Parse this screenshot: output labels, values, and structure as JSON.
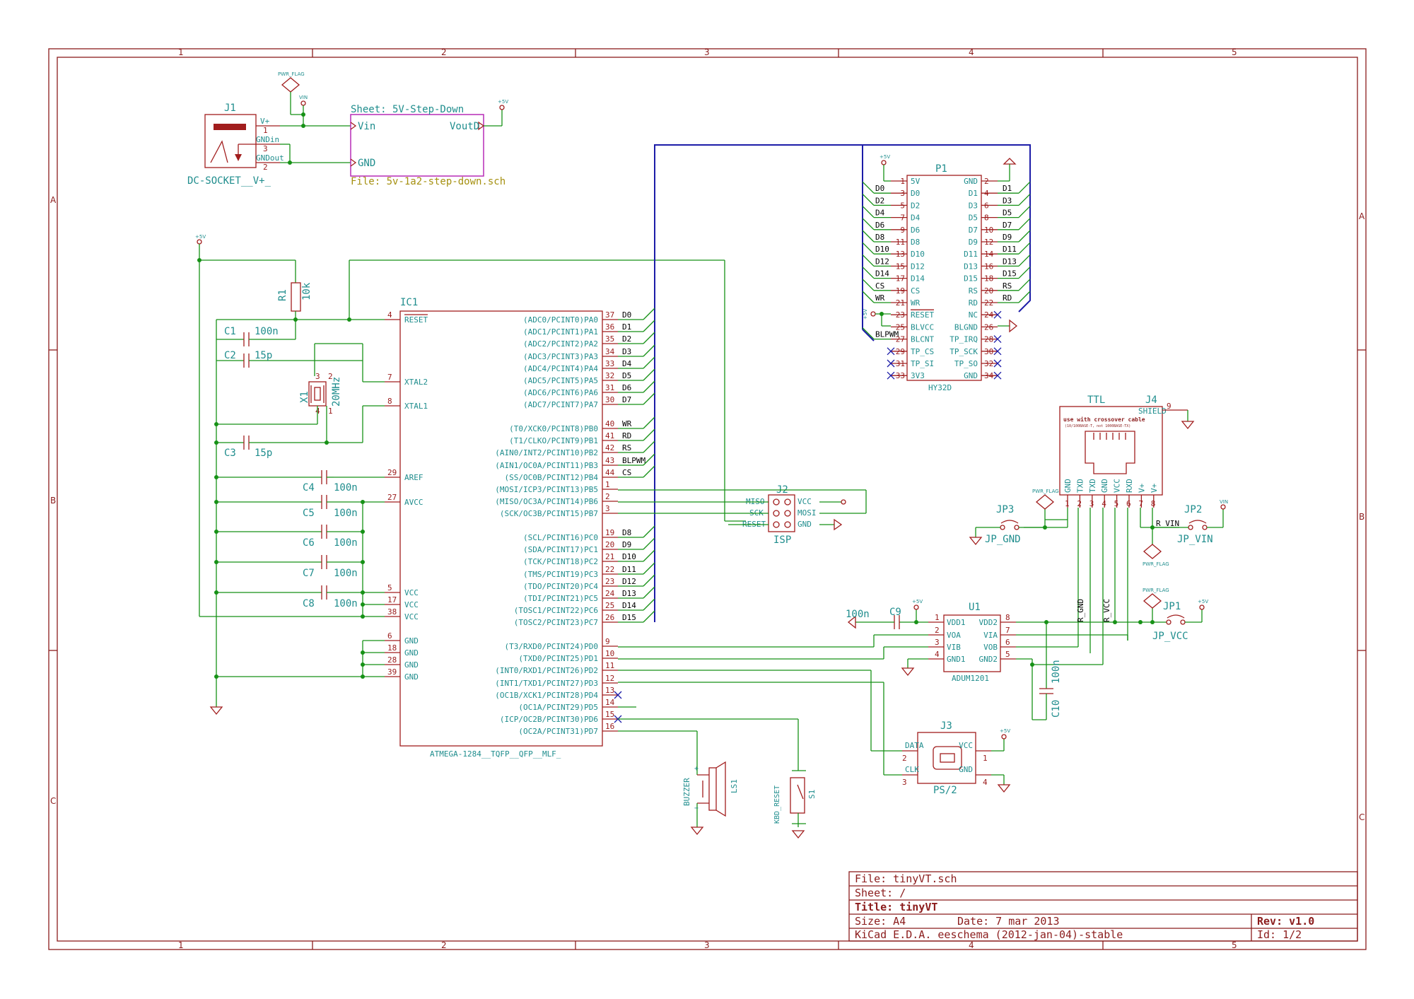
{
  "frame": {
    "cols": [
      "1",
      "2",
      "3",
      "4",
      "5"
    ],
    "rows": [
      "A",
      "B",
      "C"
    ]
  },
  "title_block": {
    "file": "File: tinyVT.sch",
    "sheet": "Sheet: /",
    "title": "Title: tinyVT",
    "size": "Size: A4",
    "date": "Date: 7 mar 2013",
    "rev": "Rev: v1.0",
    "app": "KiCad E.D.A.  eeschema (2012-jan-04)-stable",
    "id": "Id: 1/2"
  },
  "subsheet": {
    "name": "Sheet: 5V-Step-Down",
    "file": "File: 5v-1a2-step-down.sch",
    "pins": [
      "Vin",
      "VoutD",
      "GND"
    ]
  },
  "power": {
    "pwr_flag": "PWR_FLAG",
    "vin": "VIN",
    "plus5v": "+5V"
  },
  "j1": {
    "ref": "J1",
    "value": "DC-SOCKET__V+_",
    "pins": [
      "V+",
      "GNDin",
      "GNDout"
    ],
    "nums": [
      "1",
      "3",
      "2"
    ]
  },
  "ic1": {
    "ref": "IC1",
    "value": "ATMEGA-1284__TQFP__QFP__MLF_",
    "left_pins": [
      {
        "num": "4",
        "name": "RESET"
      },
      {
        "num": "7",
        "name": "XTAL2"
      },
      {
        "num": "8",
        "name": "XTAL1"
      },
      {
        "num": "29",
        "name": "AREF"
      },
      {
        "num": "27",
        "name": "AVCC"
      },
      {
        "num": "5",
        "name": "VCC"
      },
      {
        "num": "17",
        "name": "VCC"
      },
      {
        "num": "38",
        "name": "VCC"
      },
      {
        "num": "6",
        "name": "GND"
      },
      {
        "num": "18",
        "name": "GND"
      },
      {
        "num": "28",
        "name": "GND"
      },
      {
        "num": "39",
        "name": "GND"
      }
    ],
    "right_pins": [
      {
        "num": "37",
        "name": "(ADC0/PCINT0)PA0",
        "net": "D0"
      },
      {
        "num": "36",
        "name": "(ADC1/PCINT1)PA1",
        "net": "D1"
      },
      {
        "num": "35",
        "name": "(ADC2/PCINT2)PA2",
        "net": "D2"
      },
      {
        "num": "34",
        "name": "(ADC3/PCINT3)PA3",
        "net": "D3"
      },
      {
        "num": "33",
        "name": "(ADC4/PCINT4)PA4",
        "net": "D4"
      },
      {
        "num": "32",
        "name": "(ADC5/PCINT5)PA5",
        "net": "D5"
      },
      {
        "num": "31",
        "name": "(ADC6/PCINT6)PA6",
        "net": "D6"
      },
      {
        "num": "30",
        "name": "(ADC7/PCINT7)PA7",
        "net": "D7"
      },
      {
        "num": "40",
        "name": "(T0/XCK0/PCINT8)PB0",
        "net": "WR"
      },
      {
        "num": "41",
        "name": "(T1/CLKO/PCINT9)PB1",
        "net": "RD"
      },
      {
        "num": "42",
        "name": "(AIN0/INT2/PCINT10)PB2",
        "net": "RS"
      },
      {
        "num": "43",
        "name": "(AIN1/OC0A/PCINT11)PB3",
        "net": "BLPWM"
      },
      {
        "num": "44",
        "name": "(SS/OC0B/PCINT12)PB4",
        "net": "CS"
      },
      {
        "num": "1",
        "name": "(MOSI/ICP3/PCINT13)PB5",
        "net": ""
      },
      {
        "num": "2",
        "name": "(MISO/OC3A/PCINT14)PB6",
        "net": ""
      },
      {
        "num": "3",
        "name": "(SCK/OC3B/PCINT15)PB7",
        "net": ""
      },
      {
        "num": "19",
        "name": "(SCL/PCINT16)PC0",
        "net": "D8"
      },
      {
        "num": "20",
        "name": "(SDA/PCINT17)PC1",
        "net": "D9"
      },
      {
        "num": "21",
        "name": "(TCK/PCINT18)PC2",
        "net": "D10"
      },
      {
        "num": "22",
        "name": "(TMS/PCINT19)PC3",
        "net": "D11"
      },
      {
        "num": "23",
        "name": "(TDO/PCINT20)PC4",
        "net": "D12"
      },
      {
        "num": "24",
        "name": "(TDI/PCINT21)PC5",
        "net": "D13"
      },
      {
        "num": "25",
        "name": "(TOSC1/PCINT22)PC6",
        "net": "D14"
      },
      {
        "num": "26",
        "name": "(TOSC2/PCINT23)PC7",
        "net": "D15"
      },
      {
        "num": "9",
        "name": "(T3/RXD0/PCINT24)PD0",
        "net": ""
      },
      {
        "num": "10",
        "name": "(TXD0/PCINT25)PD1",
        "net": ""
      },
      {
        "num": "11",
        "name": "(INT0/RXD1/PCINT26)PD2",
        "net": ""
      },
      {
        "num": "12",
        "name": "(INT1/TXD1/PCINT27)PD3",
        "net": ""
      },
      {
        "num": "13",
        "name": "(OC1B/XCK1/PCINT28)PD4",
        "net": ""
      },
      {
        "num": "14",
        "name": "(OC1A/PCINT29)PD5",
        "net": ""
      },
      {
        "num": "15",
        "name": "(ICP/OC2B/PCINT30)PD6",
        "net": ""
      },
      {
        "num": "16",
        "name": "(OC2A/PCINT31)PD7",
        "net": ""
      }
    ]
  },
  "passives": {
    "r1": {
      "ref": "R1",
      "value": "10k"
    },
    "c1": {
      "ref": "C1",
      "value": "100n"
    },
    "c2": {
      "ref": "C2",
      "value": "15p"
    },
    "c3": {
      "ref": "C3",
      "value": "15p"
    },
    "c4": {
      "ref": "C4",
      "value": "100n"
    },
    "c5": {
      "ref": "C5",
      "value": "100n"
    },
    "c6": {
      "ref": "C6",
      "value": "100n"
    },
    "c7": {
      "ref": "C7",
      "value": "100n"
    },
    "c8": {
      "ref": "C8",
      "value": "100n"
    },
    "c9": {
      "ref": "C9",
      "value": "100n"
    },
    "c10": {
      "ref": "C10",
      "value": "100n"
    },
    "x1": {
      "ref": "X1",
      "value": "20MHz",
      "pins": [
        "1",
        "2",
        "3",
        "4"
      ]
    }
  },
  "p1": {
    "ref": "P1",
    "value": "HY32D",
    "left": [
      {
        "num": "1",
        "name": "5V",
        "net": ""
      },
      {
        "num": "3",
        "name": "D0",
        "net": "D0"
      },
      {
        "num": "5",
        "name": "D2",
        "net": "D2"
      },
      {
        "num": "7",
        "name": "D4",
        "net": "D4"
      },
      {
        "num": "9",
        "name": "D6",
        "net": "D6"
      },
      {
        "num": "11",
        "name": "D8",
        "net": "D8"
      },
      {
        "num": "13",
        "name": "D10",
        "net": "D10"
      },
      {
        "num": "15",
        "name": "D12",
        "net": "D12"
      },
      {
        "num": "17",
        "name": "D14",
        "net": "D14"
      },
      {
        "num": "19",
        "name": "CS",
        "net": "CS"
      },
      {
        "num": "21",
        "name": "WR",
        "net": "WR"
      },
      {
        "num": "23",
        "name": "RESET",
        "net": ""
      },
      {
        "num": "25",
        "name": "BLVCC",
        "net": ""
      },
      {
        "num": "27",
        "name": "BLCNT",
        "net": "BLPWM"
      },
      {
        "num": "29",
        "name": "TP_CS",
        "net": ""
      },
      {
        "num": "31",
        "name": "TP_SI",
        "net": ""
      },
      {
        "num": "33",
        "name": "3V3",
        "net": ""
      }
    ],
    "right": [
      {
        "num": "2",
        "name": "GND",
        "net": ""
      },
      {
        "num": "4",
        "name": "D1",
        "net": "D1"
      },
      {
        "num": "6",
        "name": "D3",
        "net": "D3"
      },
      {
        "num": "8",
        "name": "D5",
        "net": "D5"
      },
      {
        "num": "10",
        "name": "D7",
        "net": "D7"
      },
      {
        "num": "12",
        "name": "D9",
        "net": "D9"
      },
      {
        "num": "14",
        "name": "D11",
        "net": "D11"
      },
      {
        "num": "16",
        "name": "D13",
        "net": "D13"
      },
      {
        "num": "18",
        "name": "D15",
        "net": "D15"
      },
      {
        "num": "20",
        "name": "RS",
        "net": "RS"
      },
      {
        "num": "22",
        "name": "RD",
        "net": "RD"
      },
      {
        "num": "24",
        "name": "NC",
        "net": ""
      },
      {
        "num": "26",
        "name": "BLGND",
        "net": ""
      },
      {
        "num": "28",
        "name": "TP_IRQ",
        "net": ""
      },
      {
        "num": "30",
        "name": "TP_SCK",
        "net": ""
      },
      {
        "num": "32",
        "name": "TP_SO",
        "net": ""
      },
      {
        "num": "34",
        "name": "GND",
        "net": ""
      }
    ]
  },
  "j2": {
    "ref": "J2",
    "value": "ISP",
    "left": [
      "MISO",
      "SCK",
      "RESET"
    ],
    "right": [
      "VCC",
      "MOSI",
      "GND"
    ]
  },
  "j4": {
    "ref": "J4",
    "value": "TTL",
    "note1": "use with crossover cable",
    "note2": "(10/100BASE-T, not 1000BASE-TX)",
    "shield": "SHIELD",
    "shield_num": "9",
    "pins": [
      {
        "num": "1",
        "name": "GND"
      },
      {
        "num": "2",
        "name": "TXD"
      },
      {
        "num": "3",
        "name": "TXD"
      },
      {
        "num": "4",
        "name": "GND"
      },
      {
        "num": "5",
        "name": "VCC"
      },
      {
        "num": "6",
        "name": "RXD"
      },
      {
        "num": "7",
        "name": "V+"
      },
      {
        "num": "8",
        "name": "V+"
      }
    ]
  },
  "jumpers": {
    "jp1": {
      "ref": "JP1",
      "value": "JP_VCC"
    },
    "jp2": {
      "ref": "JP2",
      "value": "JP_VIN"
    },
    "jp3": {
      "ref": "JP3",
      "value": "JP_GND"
    }
  },
  "u1": {
    "ref": "U1",
    "value": "ADUM1201",
    "left": [
      {
        "num": "1",
        "name": "VDD1"
      },
      {
        "num": "2",
        "name": "VOA"
      },
      {
        "num": "3",
        "name": "VIB"
      },
      {
        "num": "4",
        "name": "GND1"
      }
    ],
    "right": [
      {
        "num": "8",
        "name": "VDD2"
      },
      {
        "num": "7",
        "name": "VIA"
      },
      {
        "num": "6",
        "name": "VOB"
      },
      {
        "num": "5",
        "name": "GND2"
      }
    ]
  },
  "j3": {
    "ref": "J3",
    "value": "PS/2",
    "pins": [
      {
        "num": "2",
        "name": "DATA"
      },
      {
        "num": "3",
        "name": "CLK"
      },
      {
        "num": "1",
        "name": "VCC"
      },
      {
        "num": "4",
        "name": "GND"
      }
    ]
  },
  "ls1": {
    "ref": "LS1",
    "value": "BUZZER"
  },
  "s1": {
    "ref": "S1",
    "value": "KBD_RESET"
  },
  "nets": {
    "r_vin": "R_VIN",
    "r_gnd": "R_GND",
    "r_vcc": "R_VCC"
  }
}
